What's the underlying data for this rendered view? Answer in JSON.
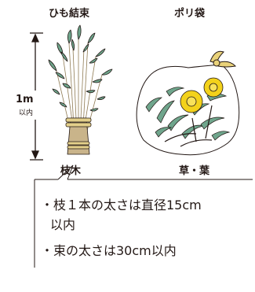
{
  "labels": {
    "bundle": "ひも結束",
    "bag": "ポリ袋",
    "branches": "枝木",
    "grass": "草・葉",
    "size": "1m",
    "size_note": "以内"
  },
  "notes": [
    "・枝１本の太さは直径15cm",
    "以内",
    "・束の太さは30cm以内"
  ],
  "colors": {
    "leaf": "#6fa58c",
    "stem": "#c9b48a",
    "string": "#e3cf8a",
    "ribbon": "#e9d27a",
    "flower": "#f3d21b",
    "line": "#231815"
  }
}
